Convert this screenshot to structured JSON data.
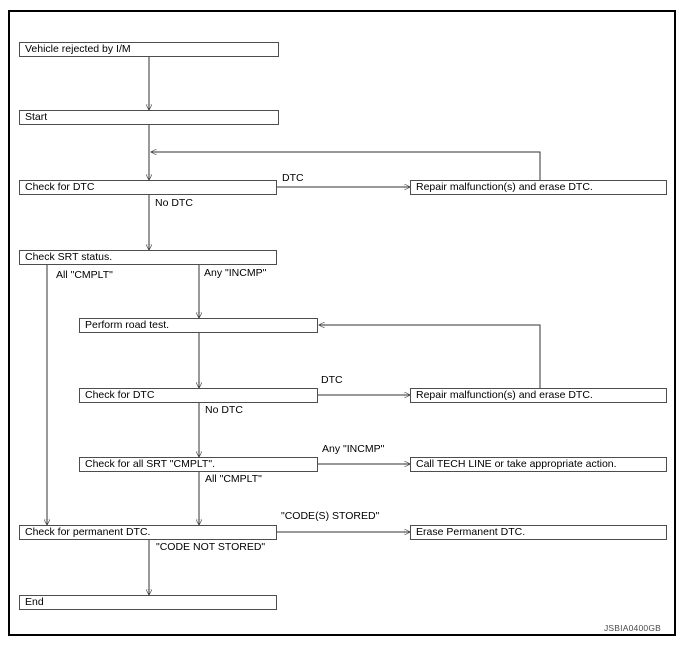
{
  "figure_id": "JSBIA0400GB",
  "nodes": [
    {
      "id": "vehicle-rejected",
      "label": "Vehicle rejected by I/M"
    },
    {
      "id": "start",
      "label": "Start"
    },
    {
      "id": "check-dtc-1",
      "label": "Check for DTC"
    },
    {
      "id": "repair-1",
      "label": "Repair malfunction(s) and erase DTC."
    },
    {
      "id": "check-srt",
      "label": "Check SRT status."
    },
    {
      "id": "road-test",
      "label": "Perform road test."
    },
    {
      "id": "check-dtc-2",
      "label": "Check for DTC"
    },
    {
      "id": "repair-2",
      "label": "Repair malfunction(s) and erase DTC."
    },
    {
      "id": "check-all-srt",
      "label": "Check for all SRT \"CMPLT\"."
    },
    {
      "id": "call-tech-line",
      "label": "Call TECH LINE or take appropriate action."
    },
    {
      "id": "check-permanent",
      "label": "Check for permanent DTC."
    },
    {
      "id": "erase-permanent",
      "label": "Erase Permanent DTC."
    },
    {
      "id": "end",
      "label": "End"
    }
  ],
  "edge_labels": [
    {
      "id": "dtc-1",
      "text": "DTC"
    },
    {
      "id": "no-dtc-1",
      "text": "No DTC"
    },
    {
      "id": "all-cmplt-1",
      "text": "All \"CMPLT\""
    },
    {
      "id": "any-incmp-1",
      "text": "Any \"INCMP\""
    },
    {
      "id": "dtc-2",
      "text": "DTC"
    },
    {
      "id": "no-dtc-2",
      "text": "No DTC"
    },
    {
      "id": "any-incmp-2",
      "text": "Any \"INCMP\""
    },
    {
      "id": "all-cmplt-2",
      "text": "All \"CMPLT\""
    },
    {
      "id": "codes-stored",
      "text": "\"CODE(S) STORED\""
    },
    {
      "id": "code-not-stored",
      "text": "\"CODE NOT STORED\""
    }
  ],
  "colors": {
    "frame": "#000000",
    "box_border": "#4d4d4d",
    "line": "#333333",
    "text": "#000000",
    "background": "#ffffff"
  }
}
